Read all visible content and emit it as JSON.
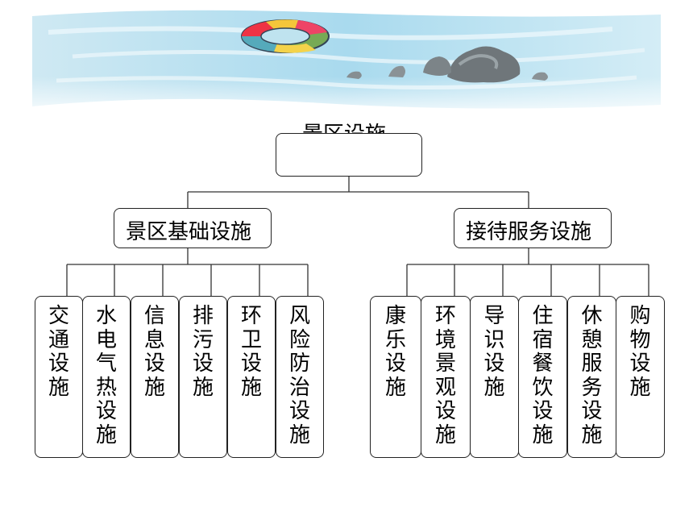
{
  "diagram": {
    "root": {
      "label": "景区设施"
    },
    "branches": [
      {
        "label": "景区基础设施",
        "children": [
          "交通设施",
          "水电气热设施",
          "信息设施",
          "排污设施",
          "环卫设施",
          "风险防治设施"
        ]
      },
      {
        "label": "接待服务设施",
        "children": [
          "康乐设施",
          "环境景观设施",
          "导识设施",
          "住宿餐饮设施",
          "休憩服务设施",
          "购物设施"
        ]
      }
    ]
  }
}
